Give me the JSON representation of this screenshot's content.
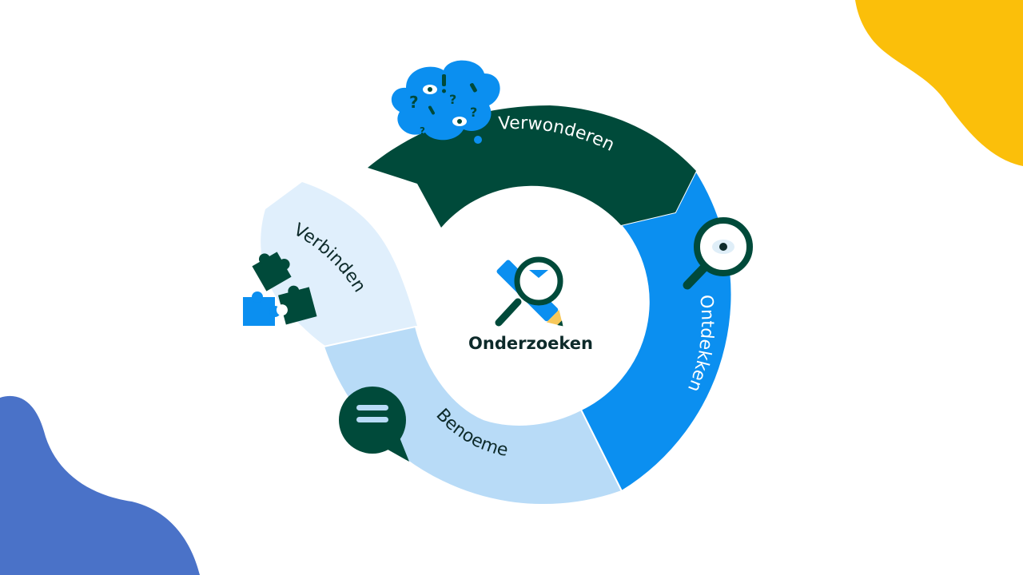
{
  "center": {
    "label": "Onderzoeken",
    "icon": "magnifier-pencil-icon"
  },
  "segments": [
    {
      "label": "Verwonderen",
      "icon": "thought-cloud-icon",
      "color": "#004a3a",
      "text_color": "#ffffff"
    },
    {
      "label": "Ontdekken",
      "icon": "magnifier-eye-icon",
      "color": "#0b8ff0",
      "text_color": "#ffffff"
    },
    {
      "label": "Benoemen",
      "icon": "speech-bubble-icon",
      "color": "#b8dbf7",
      "text_color": "#0d2a2a"
    },
    {
      "label": "Verbinden",
      "icon": "puzzle-pieces-icon",
      "color": "#e0effc",
      "text_color": "#0d2a2a"
    }
  ],
  "colors": {
    "dark_green": "#004a3a",
    "blue": "#0b8ff0",
    "yellow_blob": "#fbbf0a",
    "blue_blob": "#4a72c8"
  }
}
